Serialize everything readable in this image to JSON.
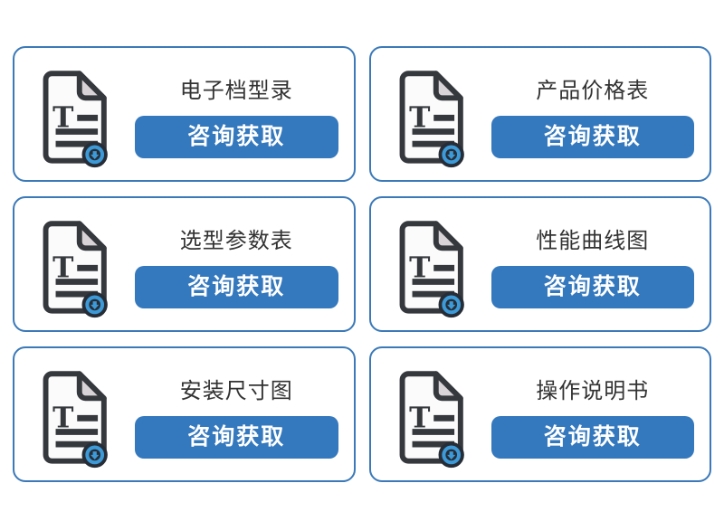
{
  "colors": {
    "card_border": "#3b79b8",
    "button_background": "#3478bd",
    "button_text": "#ffffff",
    "title_text": "#333333",
    "icon_outline": "#35383c",
    "icon_paper": "#fbfbfb",
    "icon_fold": "#d8d3d7",
    "icon_badge_blue": "#3d9ad8",
    "icon_badge_dark": "#262d37"
  },
  "cards": [
    {
      "title": "电子档型录",
      "button_label": "咨询获取",
      "icon": "document-download-icon"
    },
    {
      "title": "产品价格表",
      "button_label": "咨询获取",
      "icon": "document-download-icon"
    },
    {
      "title": "选型参数表",
      "button_label": "咨询获取",
      "icon": "document-download-icon"
    },
    {
      "title": "性能曲线图",
      "button_label": "咨询获取",
      "icon": "document-download-icon"
    },
    {
      "title": "安装尺寸图",
      "button_label": "咨询获取",
      "icon": "document-download-icon"
    },
    {
      "title": "操作说明书",
      "button_label": "咨询获取",
      "icon": "document-download-icon"
    }
  ]
}
